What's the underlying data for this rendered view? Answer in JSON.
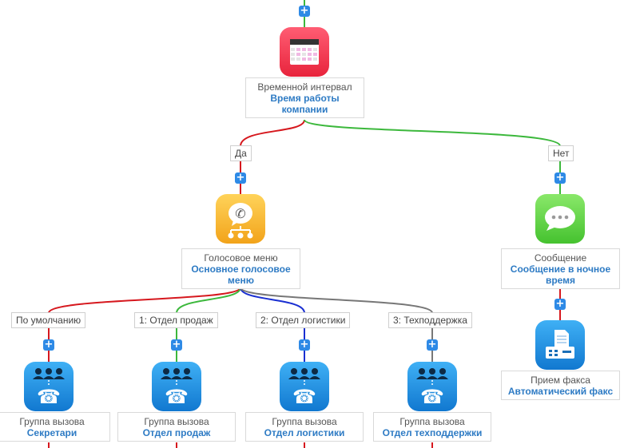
{
  "time_node": {
    "type": "Временной интервал",
    "name": "Время работы компании",
    "icon": "calendar-icon"
  },
  "branches": {
    "yes": "Да",
    "no": "Нет"
  },
  "ivr_node": {
    "type": "Голосовое меню",
    "name": "Основное голосовое меню",
    "icon": "ivr-phone-icon"
  },
  "message_node": {
    "type": "Сообщение",
    "name": "Сообщение в ночное время",
    "icon": "message-bubble-icon"
  },
  "fax_node": {
    "type": "Прием факса",
    "name": "Автоматический факс",
    "icon": "fax-icon"
  },
  "ivr_options": [
    {
      "label": "По умолчанию",
      "group_type": "Группа вызова",
      "group_name": "Секретари",
      "icon": "call-group-icon"
    },
    {
      "label": "1: Отдел продаж",
      "group_type": "Группа вызова",
      "group_name": "Отдел продаж",
      "icon": "call-group-icon"
    },
    {
      "label": "2: Отдел логистики",
      "group_type": "Группа вызова",
      "group_name": "Отдел логистики",
      "icon": "call-group-icon"
    },
    {
      "label": "3: Техподдержка",
      "group_type": "Группа вызова",
      "group_name": "Отдел техподдержки",
      "icon": "call-group-icon"
    }
  ],
  "plus_symbol": "+",
  "colors": {
    "red": "#d6181e",
    "green": "#3cb83c",
    "blue": "#1a2fd1",
    "gray": "#777777",
    "accent": "#2e8ae6"
  }
}
